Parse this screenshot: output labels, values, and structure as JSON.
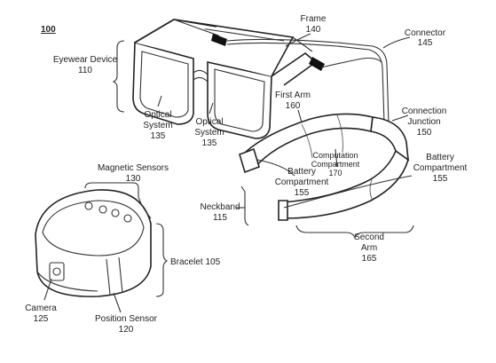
{
  "figure": {
    "ref_number": "100",
    "labels": {
      "frame": [
        "Frame",
        "140"
      ],
      "connector": [
        "Connector",
        "145"
      ],
      "eyewear_device": [
        "Eyewear Device",
        "110"
      ],
      "optical_system_left": [
        "Optical",
        "System",
        "135"
      ],
      "optical_system_right": [
        "Optical",
        "System",
        "135"
      ],
      "first_arm": [
        "First Arm",
        "160"
      ],
      "connection_junction": [
        "Connection",
        "Junction",
        "150"
      ],
      "computation_compartment": [
        "Computation",
        "Compartment",
        "170"
      ],
      "battery_compartment_left": [
        "Battery",
        "Compartment",
        "155"
      ],
      "battery_compartment_right": [
        "Battery",
        "Compartment",
        "155"
      ],
      "neckband": [
        "Neckband",
        "115"
      ],
      "second_arm": [
        "Second",
        "Arm",
        "165"
      ],
      "magnetic_sensors": [
        "Magnetic Sensors",
        "130"
      ],
      "bracelet": [
        "Bracelet 105"
      ],
      "camera": [
        "Camera",
        "125"
      ],
      "position_sensor": [
        "Position Sensor",
        "120"
      ]
    }
  }
}
